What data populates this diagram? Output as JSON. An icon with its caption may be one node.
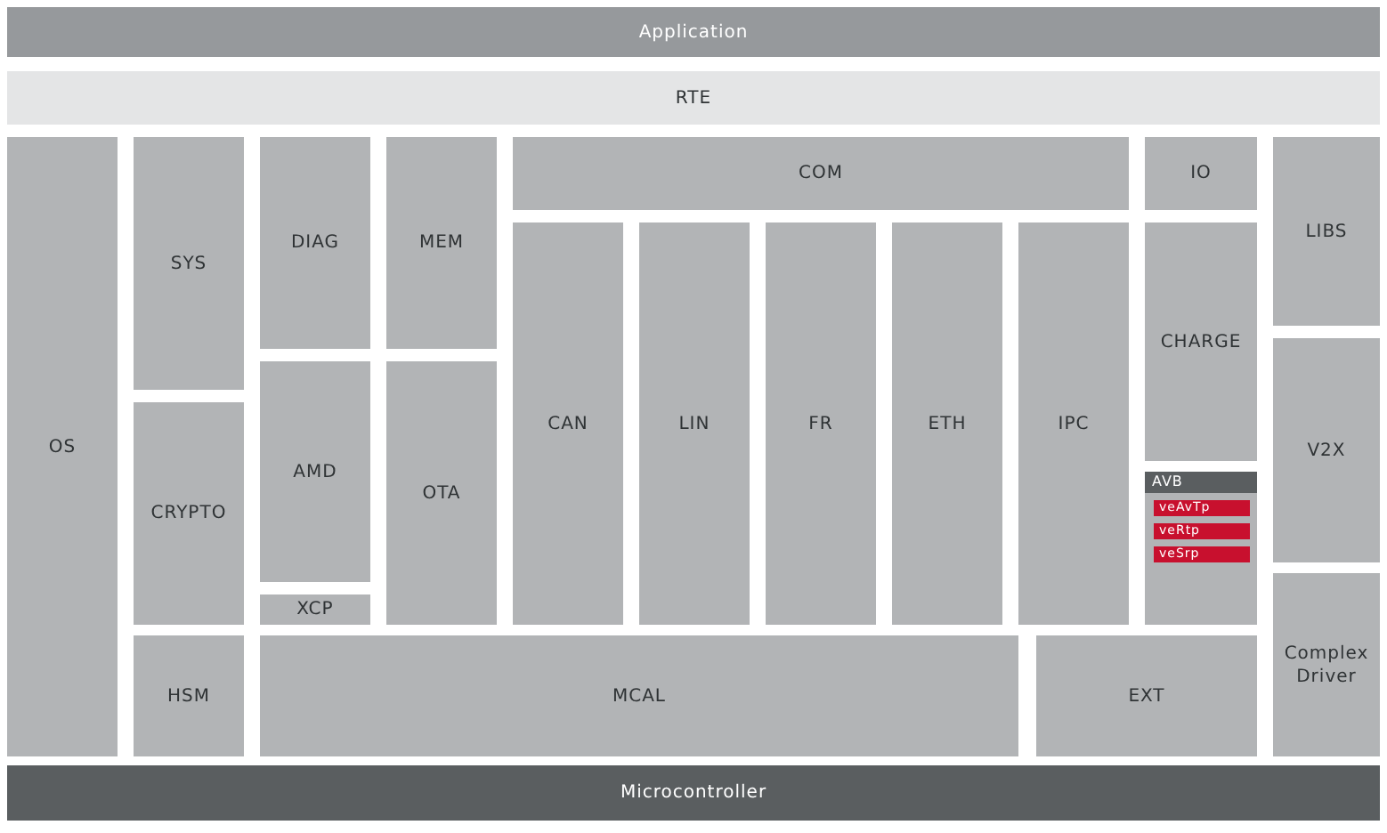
{
  "diagram": {
    "nodes": [
      {
        "text": [
          "Application"
        ]
      },
      {
        "text": [
          "RTE"
        ]
      },
      {
        "text": [
          "OS"
        ]
      },
      {
        "text": [
          "SYS"
        ]
      },
      {
        "text": [
          "DIAG"
        ]
      },
      {
        "text": [
          "MEM"
        ]
      },
      {
        "text": [
          "COM"
        ]
      },
      {
        "text": [
          "IO"
        ]
      },
      {
        "text": [
          "LIBS"
        ]
      },
      {
        "text": [
          "CAN"
        ]
      },
      {
        "text": [
          "LIN"
        ]
      },
      {
        "text": [
          "FR"
        ]
      },
      {
        "text": [
          "ETH"
        ]
      },
      {
        "text": [
          "IPC"
        ]
      },
      {
        "text": [
          "CHARGE"
        ]
      },
      {
        "text": [
          "V2X"
        ]
      },
      {
        "text": [
          "AMD"
        ]
      },
      {
        "text": [
          "OTA"
        ]
      },
      {
        "text": [
          "CRYPTO"
        ]
      },
      {
        "text": [
          "AVB"
        ]
      },
      {
        "text": [
          "veAvTp"
        ],
        "in": 19
      },
      {
        "text": [
          "veRtp"
        ],
        "in": 19
      },
      {
        "text": [
          "veSrp"
        ],
        "in": 19
      },
      {
        "text": [
          "XCP"
        ]
      },
      {
        "text": [
          "Complex Driver"
        ]
      },
      {
        "text": [
          "HSM"
        ]
      },
      {
        "text": [
          "MCAL"
        ]
      },
      {
        "text": [
          "EXT"
        ]
      },
      {
        "text": [
          "Microcontroller"
        ]
      }
    ]
  }
}
